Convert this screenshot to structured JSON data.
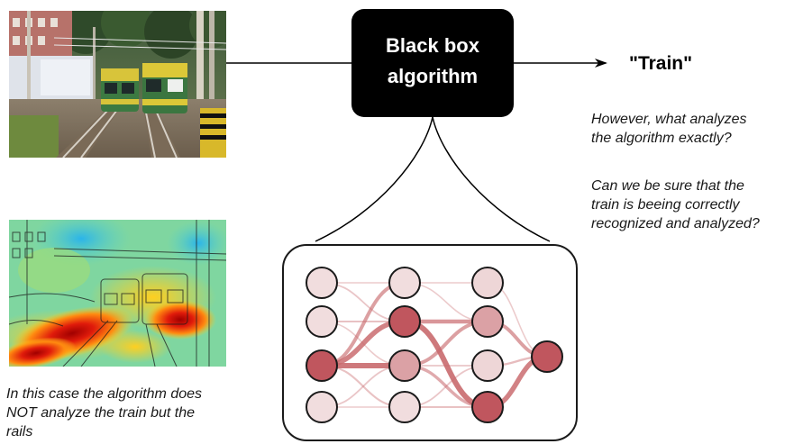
{
  "black_box": {
    "line1": "Black box",
    "line2": "algorithm"
  },
  "output_label": "\"Train\"",
  "questions": {
    "q1_line1": "However, what analyzes",
    "q1_line2": "the algorithm exactly?",
    "q2_line1": "Can we be sure that the",
    "q2_line2": "train is beeing correctly",
    "q2_line3": "recognized and analyzed?"
  },
  "caption": {
    "line1": "In this case the algorithm does",
    "line2": "NOT analyze the train but the",
    "line3": "rails"
  },
  "colors": {
    "box_fill": "#000000",
    "node_dark": "#c0565e",
    "node_mid": "#d8aeb2",
    "node_light": "#f6ecec",
    "edge": "#c96a6e"
  },
  "network": {
    "nodes": [
      {
        "id": "a0",
        "level": 0.1
      },
      {
        "id": "a1",
        "level": 0.1
      },
      {
        "id": "a2",
        "level": 1.0
      },
      {
        "id": "a3",
        "level": 0.1
      },
      {
        "id": "b0",
        "level": 0.1
      },
      {
        "id": "b1",
        "level": 1.0
      },
      {
        "id": "b2",
        "level": 0.5
      },
      {
        "id": "b3",
        "level": 0.1
      },
      {
        "id": "c0",
        "level": 0.15
      },
      {
        "id": "c1",
        "level": 0.5
      },
      {
        "id": "c2",
        "level": 0.15
      },
      {
        "id": "c3",
        "level": 1.0
      },
      {
        "id": "d0",
        "level": 1.0
      }
    ],
    "edges": [
      {
        "from": "a2",
        "to": "b1",
        "weight": 0.9
      },
      {
        "from": "a2",
        "to": "b2",
        "weight": 1.0
      },
      {
        "from": "a2",
        "to": "b0",
        "weight": 0.6
      },
      {
        "from": "a2",
        "to": "b3",
        "weight": 0.25
      },
      {
        "from": "a0",
        "to": "b0",
        "weight": 0.15
      },
      {
        "from": "a0",
        "to": "b1",
        "weight": 0.2
      },
      {
        "from": "a1",
        "to": "b1",
        "weight": 0.25
      },
      {
        "from": "a1",
        "to": "b2",
        "weight": 0.15
      },
      {
        "from": "a3",
        "to": "b2",
        "weight": 0.2
      },
      {
        "from": "a3",
        "to": "b3",
        "weight": 0.15
      },
      {
        "from": "b1",
        "to": "c3",
        "weight": 1.0
      },
      {
        "from": "b1",
        "to": "c1",
        "weight": 0.7
      },
      {
        "from": "b2",
        "to": "c1",
        "weight": 0.6
      },
      {
        "from": "b2",
        "to": "c3",
        "weight": 0.5
      },
      {
        "from": "b0",
        "to": "c0",
        "weight": 0.15
      },
      {
        "from": "b0",
        "to": "c1",
        "weight": 0.15
      },
      {
        "from": "b3",
        "to": "c2",
        "weight": 0.2
      },
      {
        "from": "b3",
        "to": "c3",
        "weight": 0.25
      },
      {
        "from": "b2",
        "to": "c2",
        "weight": 0.2
      },
      {
        "from": "c1",
        "to": "d0",
        "weight": 0.6
      },
      {
        "from": "c3",
        "to": "d0",
        "weight": 0.9
      },
      {
        "from": "c2",
        "to": "d0",
        "weight": 0.3
      },
      {
        "from": "c0",
        "to": "d0",
        "weight": 0.15
      }
    ]
  }
}
